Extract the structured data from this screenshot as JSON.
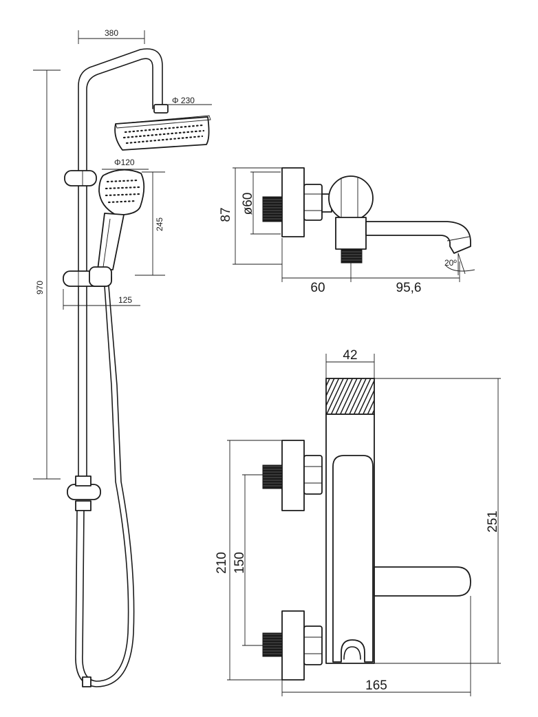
{
  "dimensions": {
    "shower_set": {
      "arm_width": "380",
      "overhead_diameter": "Φ 230",
      "hand_diameter": "Φ120",
      "hand_height": "245",
      "total_height": "970",
      "holder_projection": "125"
    },
    "bath_spout": {
      "body_height": "87",
      "knob_diameter": "ø60",
      "wall_depth": "60",
      "spout_reach": "95,6",
      "spout_angle": "20º"
    },
    "mixer_front": {
      "cartridge_width": "42",
      "total_height": "251",
      "outer_height": "210",
      "inlet_spacing": "150",
      "total_width": "165"
    }
  }
}
